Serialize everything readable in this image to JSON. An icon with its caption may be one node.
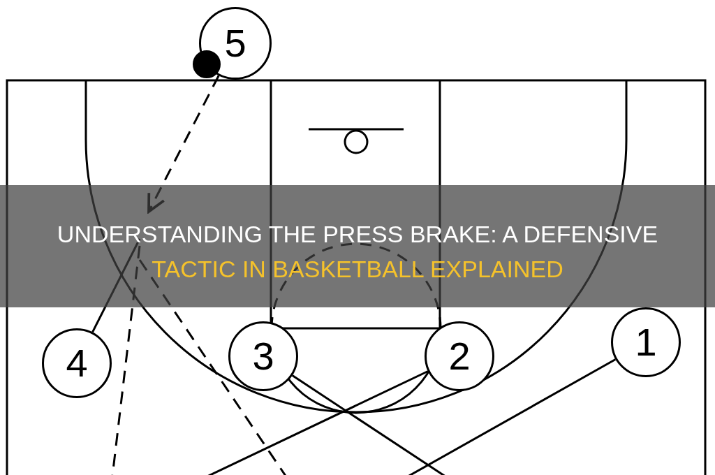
{
  "diagram": {
    "title": "UNDERSTANDING THE PRESS BRAKE: A DEFENSIVE TACTIC IN BASKETBALL EXPLAINED",
    "nodes": [
      {
        "text": [
          "5"
        ]
      },
      {
        "text": [],
        "shape": "circle"
      },
      {
        "text": [
          "4"
        ]
      },
      {
        "text": [
          "3"
        ]
      },
      {
        "text": [
          "2"
        ]
      },
      {
        "text": [
          "1"
        ]
      }
    ],
    "edges": [
      {
        "from": 0,
        "to": null,
        "arrow": "to",
        "style": "dashed"
      },
      {
        "from": 2,
        "to": null,
        "arrow": "none"
      },
      {
        "from": 3,
        "to": null,
        "arrow": "none"
      },
      {
        "from": 4,
        "to": null,
        "arrow": "none"
      },
      {
        "from": 5,
        "to": null,
        "arrow": "none"
      }
    ]
  }
}
